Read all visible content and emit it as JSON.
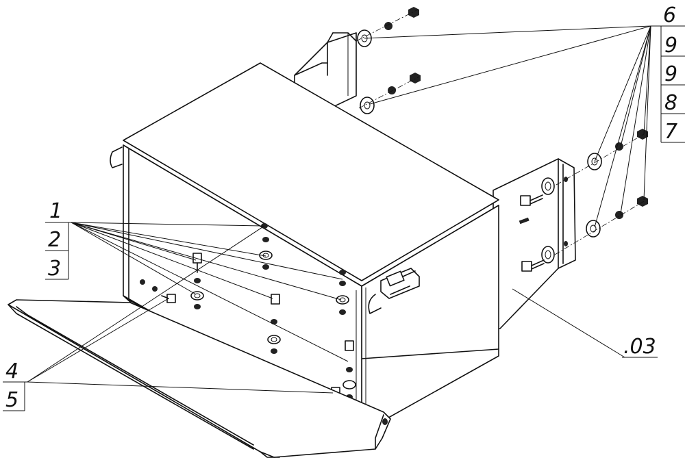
{
  "callouts": {
    "group_right": [
      "6",
      "9",
      "9",
      "8",
      "7"
    ],
    "group_left": [
      "1",
      "2",
      "3"
    ],
    "group_bottom": [
      "4",
      "5"
    ],
    "part_ref": ".03"
  }
}
